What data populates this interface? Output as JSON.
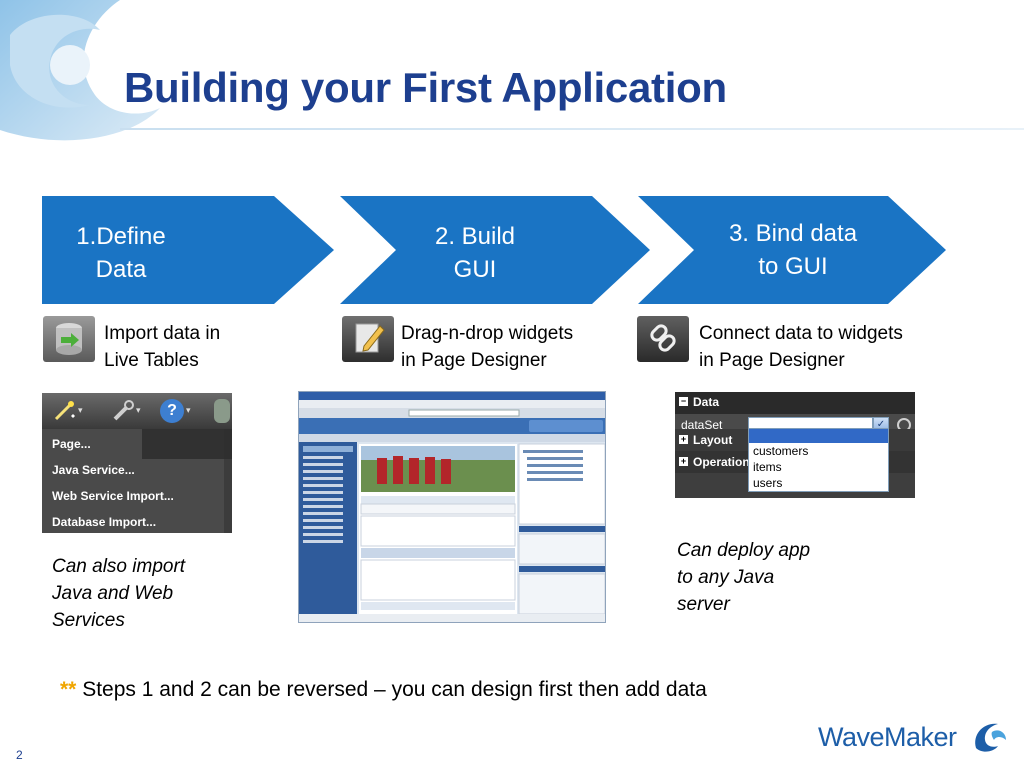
{
  "slide": {
    "title": "Building your First Application",
    "page_number": "2"
  },
  "steps": [
    {
      "line1": "1.Define",
      "line2": "Data"
    },
    {
      "line1": "2. Build",
      "line2": "GUI"
    },
    {
      "line1": "3. Bind data",
      "line2": "to GUI"
    }
  ],
  "descriptions": [
    {
      "icon": "database-import-icon",
      "line1": "Import data in",
      "line2": "Live Tables"
    },
    {
      "icon": "pencil-edit-icon",
      "line1": "Drag-n-drop widgets",
      "line2": "in Page Designer"
    },
    {
      "icon": "link-chain-icon",
      "line1": "Connect data to widgets",
      "line2": "in Page Designer"
    }
  ],
  "menu_screenshot": {
    "items": [
      "Page...",
      "Java Service...",
      "Web Service Import...",
      "Database Import..."
    ]
  },
  "bind_screenshot": {
    "data_header": "Data",
    "dataset_label": "dataSet",
    "layout_label": "Layout",
    "operation_label": "Operation",
    "options": [
      "customers",
      "items",
      "users"
    ]
  },
  "notes": {
    "left": [
      "Can also import",
      "Java and Web",
      "Services"
    ],
    "right": [
      "Can deploy app",
      "to any Java",
      "server"
    ]
  },
  "footer": {
    "stars": "**",
    "text": " Steps 1 and 2 can be reversed – you can design first then add data"
  },
  "brand": {
    "logo_text": "WaveMaker",
    "accent": "#1a74c4",
    "title_color": "#1d3f8f"
  }
}
